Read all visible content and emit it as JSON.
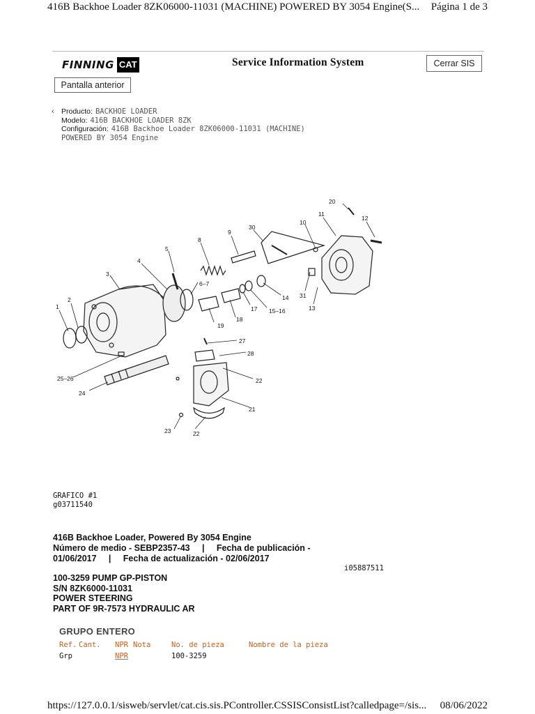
{
  "print_header": {
    "title": "416B Backhoe Loader 8ZK06000-11031 (MACHINE) POWERED BY 3054 Engine(S...",
    "page": "Página 1 de 3"
  },
  "print_footer": {
    "url": "https://127.0.0.1/sisweb/servlet/cat.cis.sis.PController.CSSISConsistList?calledpage=/sis...",
    "date": "08/06/2022"
  },
  "header": {
    "logo_text": "FINNING",
    "logo_badge": "CAT",
    "title": "Service Information System",
    "close_label": "Cerrar SIS",
    "prev_label": "Pantalla anterior"
  },
  "breadcrumb": {
    "product_label": "Producto:",
    "product_value": "BACKHOE LOADER",
    "model_label": "Modelo:",
    "model_value": "416B BACKHOE LOADER 8ZK",
    "config_label": "Configuración:",
    "config_value": "416B Backhoe Loader 8ZK06000-11031 (MACHINE)",
    "config_value_2": "POWERED BY 3054 Engine"
  },
  "diagram": {
    "callouts": [
      "1",
      "2",
      "3",
      "4",
      "5",
      "6–7",
      "8",
      "9",
      "30",
      "10",
      "11",
      "20",
      "12",
      "31",
      "13",
      "14",
      "15–16",
      "17",
      "18",
      "19",
      "27",
      "28",
      "22",
      "25–26",
      "24",
      "21",
      "23",
      "22"
    ]
  },
  "figure": {
    "label": "GRAFICO #1",
    "id": "g03711540"
  },
  "doc": {
    "line1": "416B Backhoe Loader, Powered By 3054 Engine",
    "line2": "Número de medio - SEBP2357-43     |     Fecha de publicación -",
    "line3": "01/06/2017     |     Fecha de actualización - 02/06/2017",
    "doc_id": "i05887511"
  },
  "part": {
    "line1": "100-3259 PUMP GP-PISTON",
    "line2": "S/N 8ZK6000-11031",
    "line3": "POWER STEERING",
    "line4": "PART OF 9R-7573 HYDRAULIC AR"
  },
  "group": {
    "title": "GRUPO ENTERO",
    "headers": {
      "ref": "Ref.",
      "qty": "Cant.",
      "npr": "NPR",
      "note": "Nota",
      "part_no": "No. de pieza",
      "name": "Nombre de la pieza"
    },
    "rows": [
      {
        "ref": "Grp",
        "npr": "NPR",
        "part_no": "100-3259",
        "name": ""
      }
    ]
  }
}
